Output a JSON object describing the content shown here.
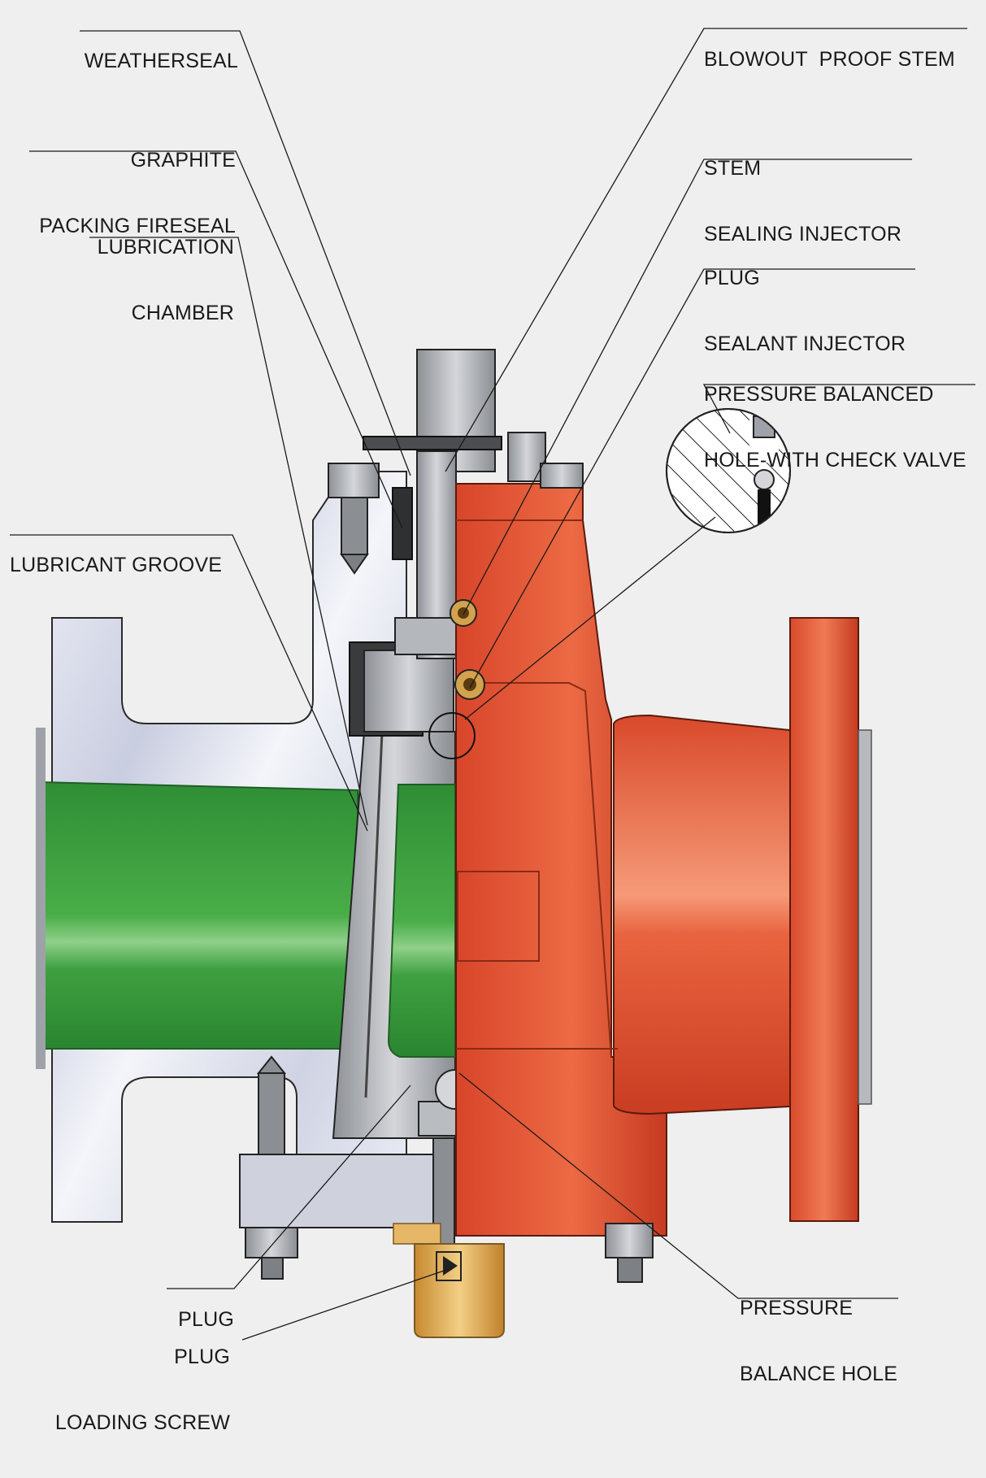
{
  "labels": {
    "weatherseal": [
      "WEATHERSEAL"
    ],
    "graphite_packing_fireseal": [
      "GRAPHITE",
      "PACKING FIRESEAL"
    ],
    "lubrication_chamber": [
      "LUBRICATION",
      "CHAMBER"
    ],
    "lubricant_groove": [
      "LUBRICANT GROOVE"
    ],
    "plug": [
      "PLUG"
    ],
    "plug_loading_screw": [
      "PLUG",
      "LOADING SCREW"
    ],
    "blowout_proof_stem": [
      "BLOWOUT  PROOF STEM"
    ],
    "stem_sealing_injector": [
      "STEM",
      "SEALING INJECTOR"
    ],
    "plug_sealant_injector": [
      "PLUG",
      "SEALANT INJECTOR"
    ],
    "pressure_balanced_hole_check_valve": [
      "PRESSURE BALANCED",
      "HOLE-WITH CHECK VALVE"
    ],
    "pressure_balance_hole": [
      "PRESSURE",
      "BALANCE HOLE"
    ]
  },
  "colors": {
    "background": "#efefef",
    "body_cutaway": "#dcdde6",
    "metal": "#a9acb1",
    "bore": "#3c9a3c",
    "body_paint": "#e0502c",
    "loading_screw_housing": "#d8a24a"
  }
}
